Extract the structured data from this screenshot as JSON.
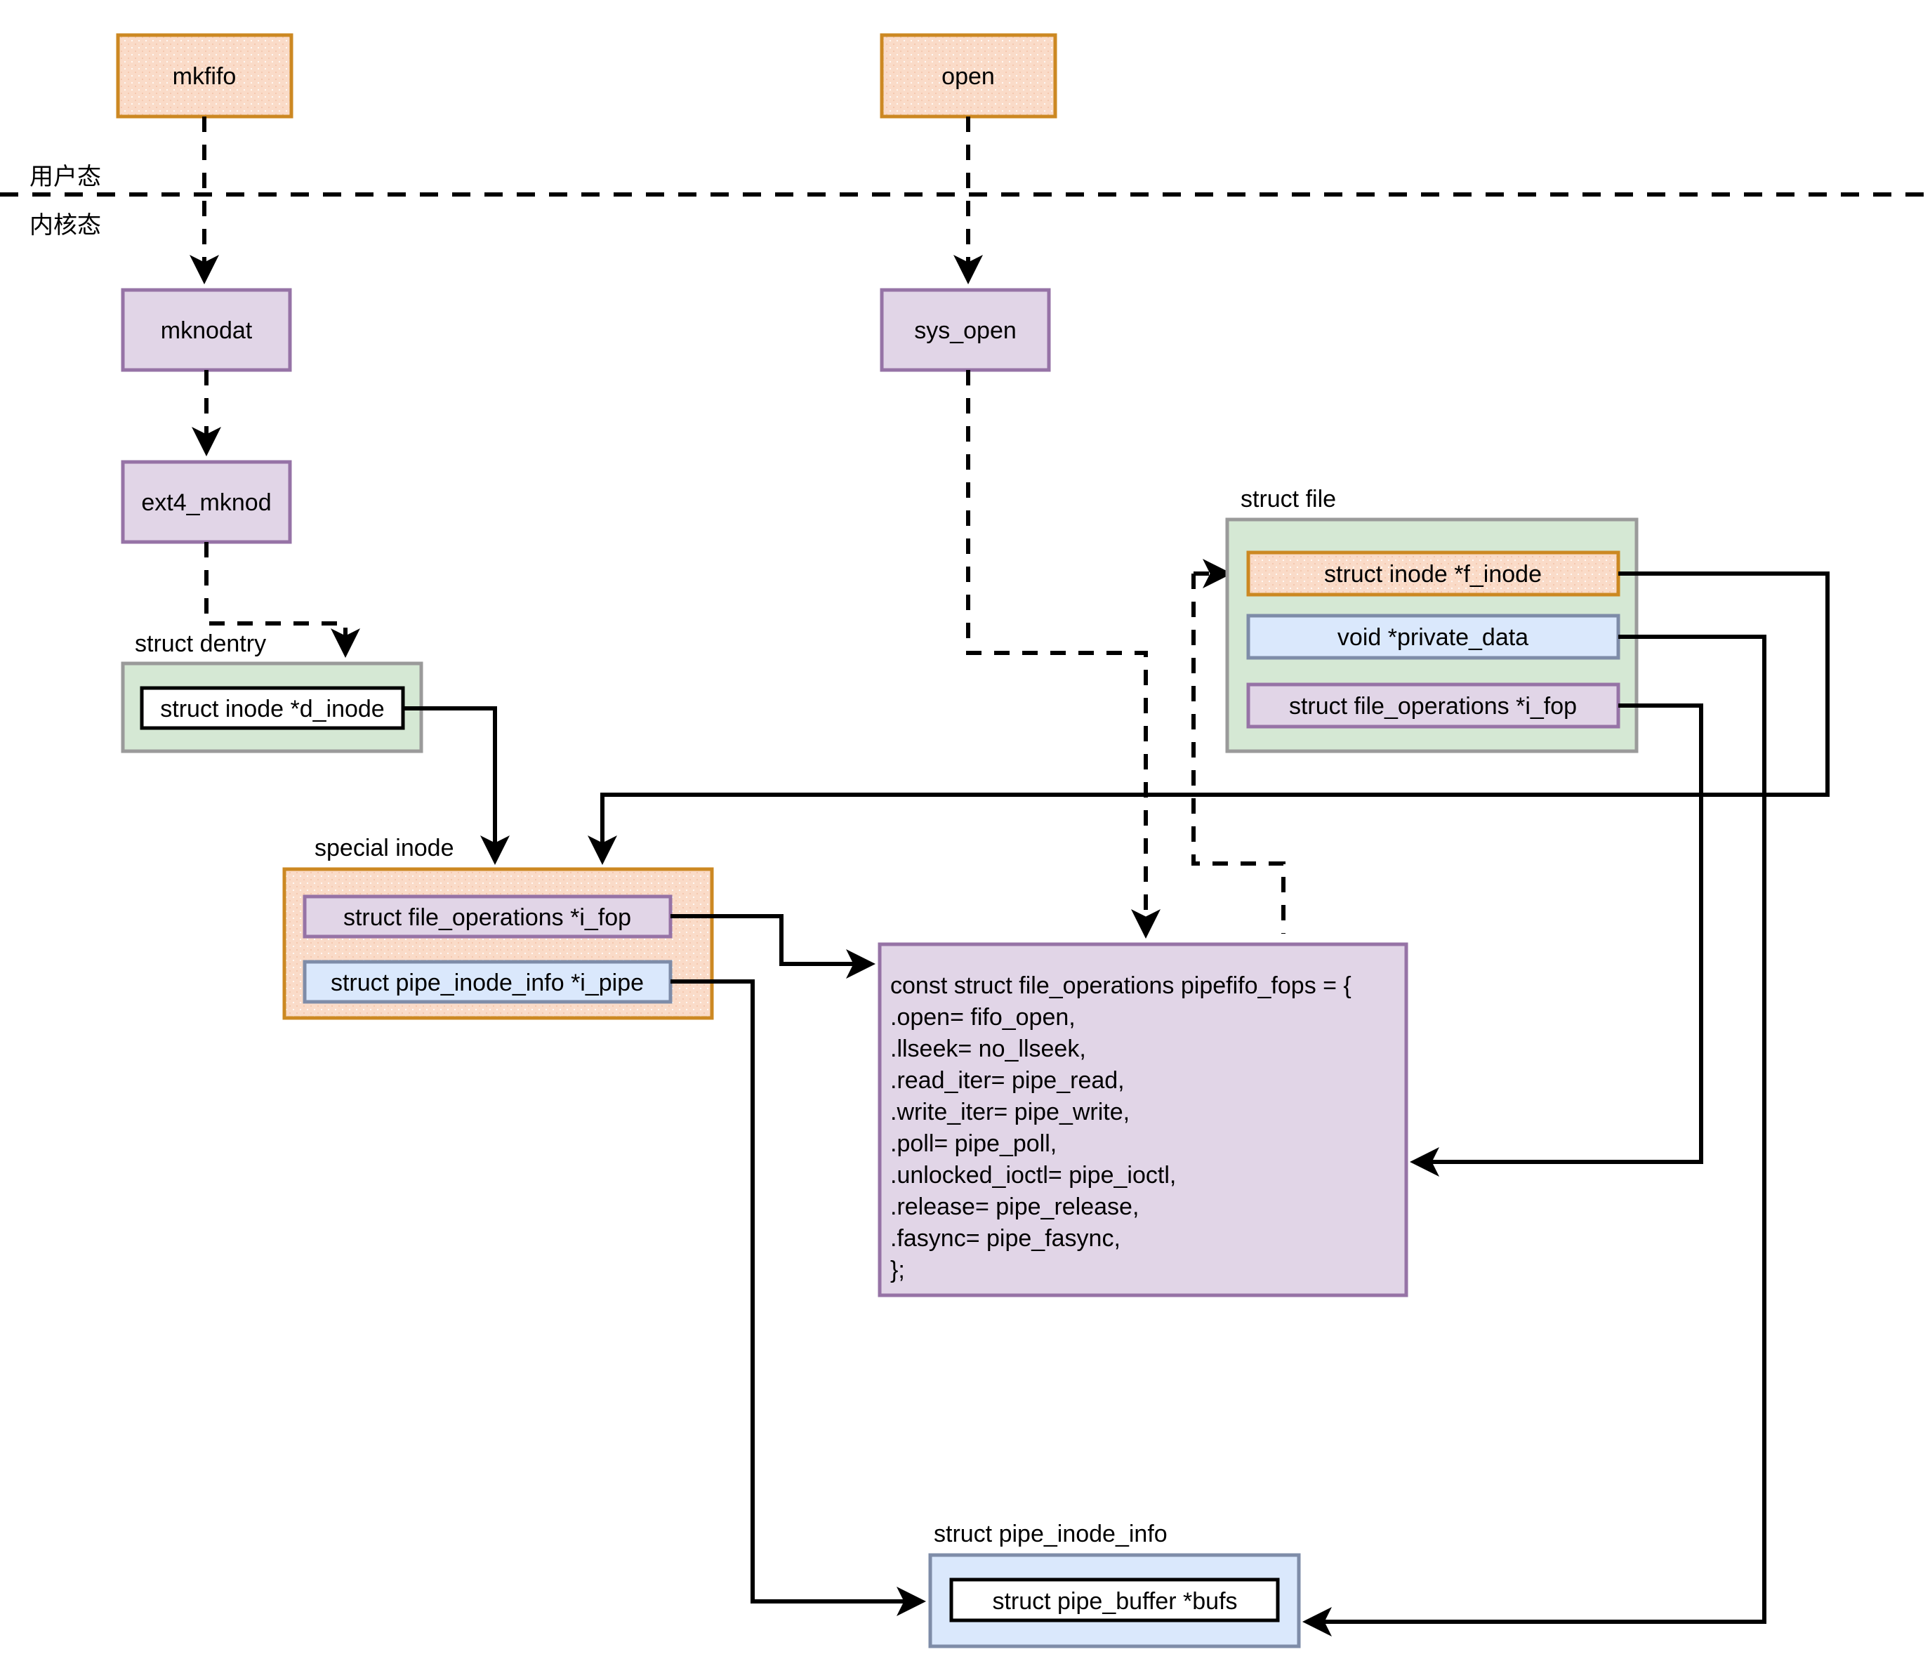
{
  "diagram": {
    "title_hint": "Linux FIFO / pipe kernel structure diagram",
    "mode_labels": {
      "user": "用户态",
      "kernel": "内核态"
    },
    "colors": {
      "orange_fill": "#FADBC8",
      "orange_stroke": "#CC8822",
      "purple_fill": "#E1D5E7",
      "purple_stroke": "#9673A6",
      "green_fill": "#D5E8D4",
      "green_stroke": "#9A9A9A",
      "blue_fill": "#DAE8FC",
      "blue_stroke": "#7E8CA8",
      "white_fill": "#FFFFFF",
      "line": "#000000"
    },
    "nodes": {
      "mkfifo": "mkfifo",
      "open": "open",
      "mknodat": "mknodat",
      "ext4_mknod": "ext4_mknod",
      "sys_open": "sys_open"
    },
    "groups": {
      "dentry": {
        "caption": "struct dentry",
        "fields": [
          "struct inode *d_inode"
        ]
      },
      "file": {
        "caption": "struct file",
        "fields": [
          "struct inode *f_inode",
          "void *private_data",
          "struct file_operations *i_fop"
        ]
      },
      "special_inode": {
        "caption": "special inode",
        "fields": [
          "struct file_operations *i_fop",
          "struct pipe_inode_info *i_pipe"
        ]
      },
      "pipe_inode_info": {
        "caption": "struct pipe_inode_info",
        "fields": [
          "struct pipe_buffer *bufs"
        ]
      }
    },
    "code_block": {
      "lines": [
        "const struct file_operations pipefifo_fops = {",
        ".open= fifo_open,",
        ".llseek= no_llseek,",
        ".read_iter= pipe_read,",
        ".write_iter= pipe_write,",
        ".poll= pipe_poll,",
        ".unlocked_ioctl= pipe_ioctl,",
        ".release= pipe_release,",
        ".fasync= pipe_fasync,",
        "};"
      ]
    }
  }
}
